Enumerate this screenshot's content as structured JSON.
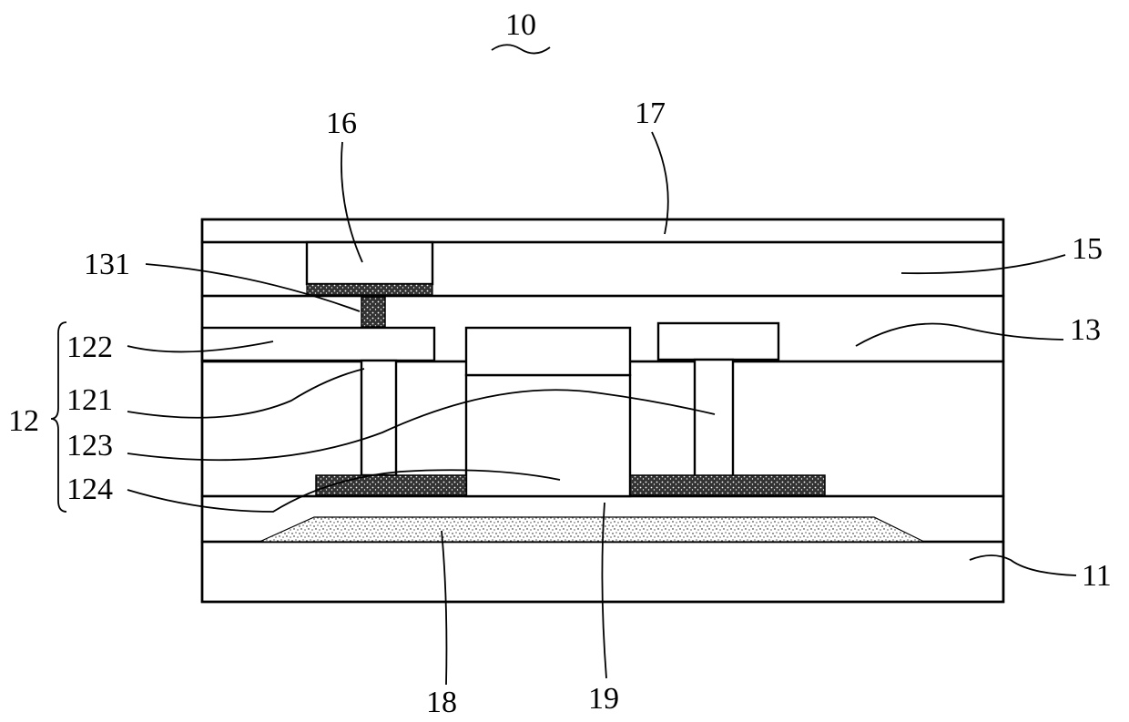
{
  "figure": {
    "title_ref": "10",
    "labels": {
      "l16": "16",
      "l17": "17",
      "l15": "15",
      "l131": "131",
      "l13": "13",
      "l122": "122",
      "l121": "121",
      "l12": "12",
      "l123": "123",
      "l124": "124",
      "l11": "11",
      "l18": "18",
      "l19": "19"
    }
  }
}
